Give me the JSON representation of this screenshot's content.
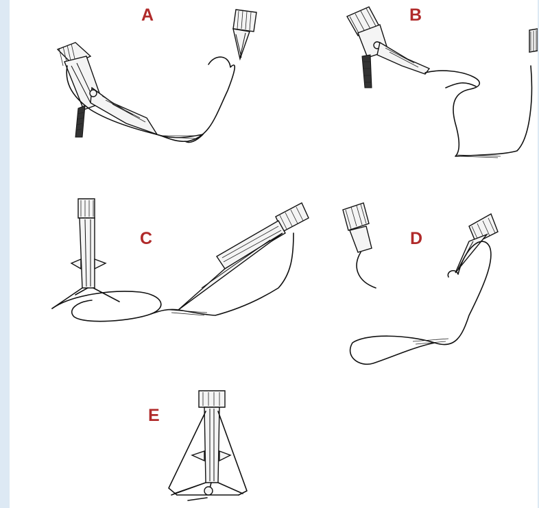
{
  "panels": [
    {
      "id": "A",
      "label": "A"
    },
    {
      "id": "B",
      "label": "B"
    },
    {
      "id": "C",
      "label": "C"
    },
    {
      "id": "D",
      "label": "D"
    },
    {
      "id": "E",
      "label": "E"
    }
  ],
  "colors": {
    "background_frame": "#dde9f4",
    "canvas": "#ffffff",
    "label": "#b02a2a",
    "ink": "#111111"
  },
  "icons": [
    "grasper-instrument-icon",
    "needle-driver-icon",
    "suture-thread-icon",
    "knot-pusher-icon"
  ]
}
